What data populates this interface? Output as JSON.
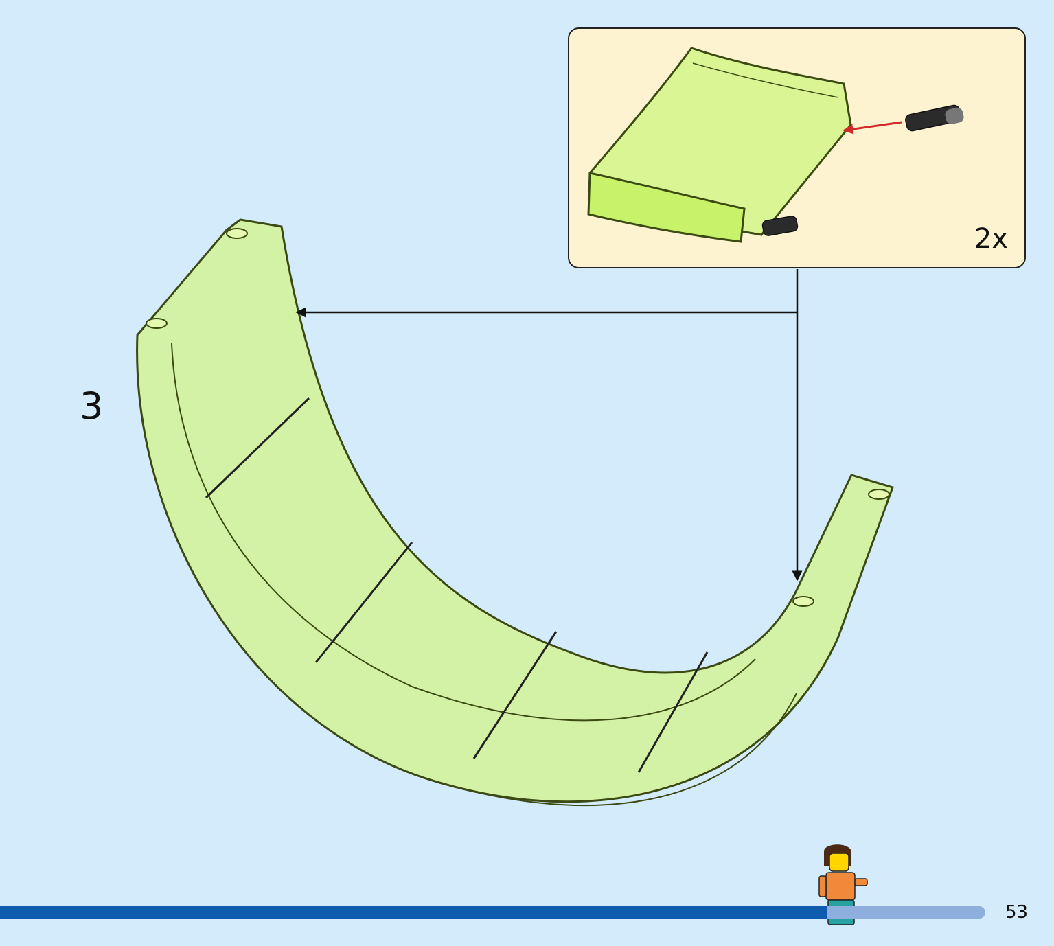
{
  "step": {
    "number": "3"
  },
  "callout": {
    "quantity": "2x"
  },
  "parts": {
    "main_assembly": "curved-panel-arc",
    "callout_part": "curved-panel",
    "connector": "pin-connector",
    "minifigure": "minifigure-icon"
  },
  "arrows": {
    "callout_to_top_left": "arrow-left",
    "callout_to_right_end": "arrow-down",
    "insert_pin": "red-arrow-left"
  },
  "progress": {
    "fraction": 0.84
  },
  "page": {
    "number": "53"
  },
  "colors": {
    "background": "#d3ebfb",
    "callout_fill": "#fdf3d0",
    "part_green": "#c8f26a",
    "part_outline": "#3b4a12",
    "arrow_red": "#d22a2a",
    "progress_fill": "#0d5cae",
    "progress_track": "#8eaede"
  }
}
